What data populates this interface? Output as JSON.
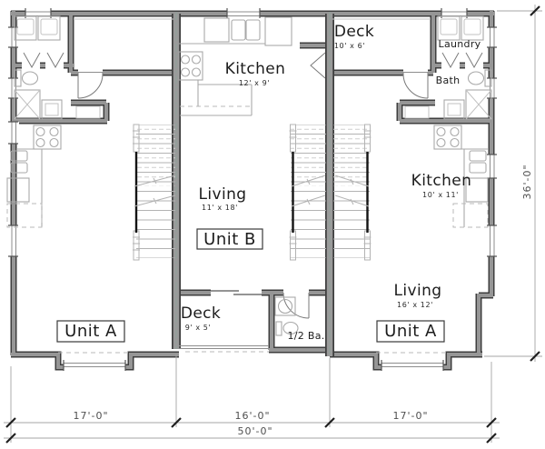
{
  "plan": {
    "units": {
      "unit_a_left": "Unit A",
      "unit_b": "Unit B",
      "unit_a_right": "Unit A"
    },
    "rooms": {
      "kitchen_b": {
        "name": "Kitchen",
        "size": "12' x 9'"
      },
      "living_b": {
        "name": "Living",
        "size": "11' x 18'"
      },
      "deck_top": {
        "name": "Deck",
        "size": "10' x 6'"
      },
      "deck_bottom": {
        "name": "Deck",
        "size": "9' x 5'"
      },
      "laundry": {
        "name": "Laundry"
      },
      "bath": {
        "name": "Bath"
      },
      "half_bath": {
        "name": "1/2 Ba."
      },
      "kitchen_a": {
        "name": "Kitchen",
        "size": "10' x 11'"
      },
      "living_a": {
        "name": "Living",
        "size": "16' x 12'"
      }
    },
    "dimensions": {
      "seg_left": "17'-0\"",
      "seg_middle": "16'-0\"",
      "seg_right": "17'-0\"",
      "total": "50'-0\"",
      "depth": "36'-0\""
    },
    "colors": {
      "wall_outline": "#3e3e3e",
      "wall_fill": "#969696",
      "fixture_line": "#a9a9a9",
      "dimension_text": "#4f4f4f",
      "party_wall_centerline": "#8fa39a"
    }
  }
}
